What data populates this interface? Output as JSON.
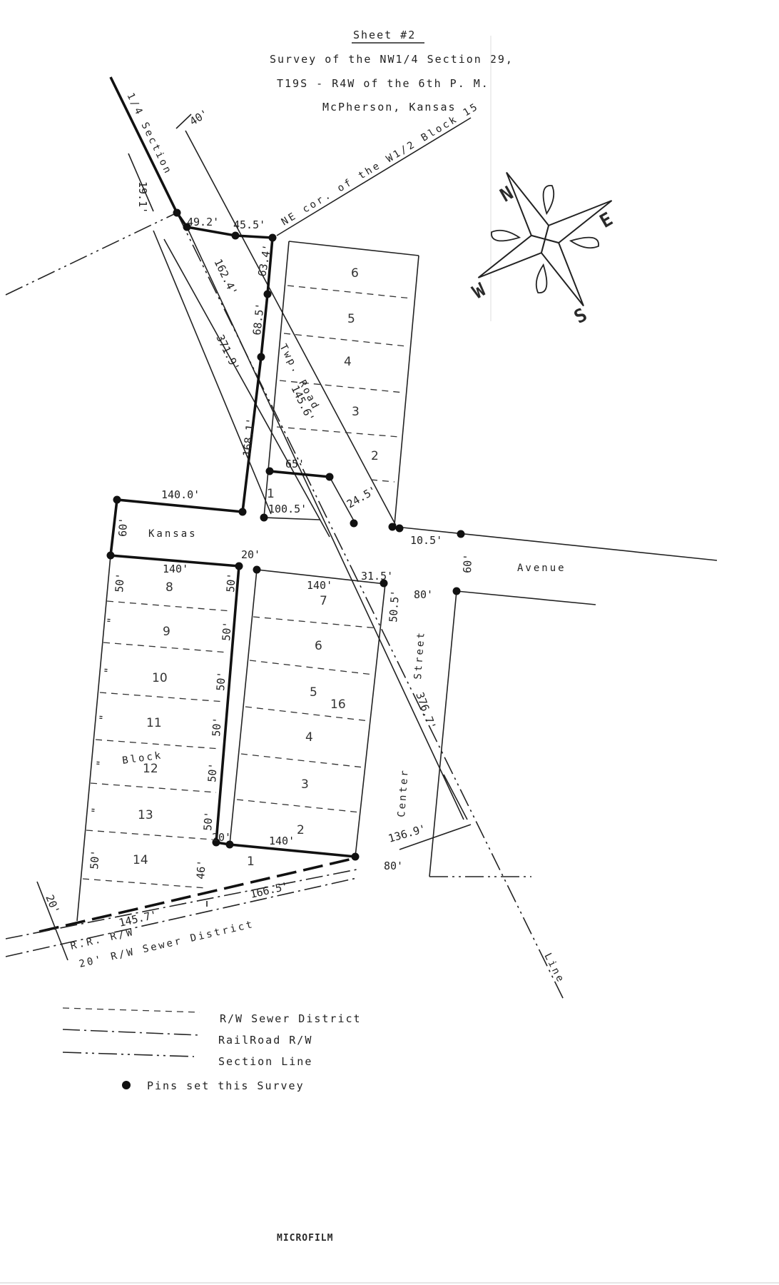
{
  "header": {
    "sheet": "Sheet #2",
    "line1": "Survey of the NW1/4 Section 29,",
    "line2": "T19S - R4W of the 6th P. M.",
    "line3": "McPherson, Kansas"
  },
  "compass": {
    "n": "N",
    "e": "E",
    "s": "S",
    "w": "W"
  },
  "labels": {
    "quarter_section": "1/4 Section",
    "ne_corner": "NE cor. of the W1/2 Block 15",
    "twp_road": "Twp. Road",
    "kansas": "Kansas",
    "avenue": "Avenue",
    "street": "Street",
    "center": "Center",
    "block": "Block",
    "line": "Line",
    "rr_rw": "R.R. R/W",
    "sewer_rw": "20' R/W Sewer District",
    "microfilm": "MICROFILM"
  },
  "dimensions": {
    "d40": "40'",
    "d19_1": "19.1'",
    "d49_2": "49.2'",
    "d45_5": "45.5'",
    "d63_4": "63.4'",
    "d162_4": "162.4'",
    "d68_5": "68.5'",
    "d371_9": "371.9'",
    "d145_6": "145.6'",
    "d168_1": "168.1'",
    "d65": "65'",
    "d140_0": "140.0'",
    "d100_5": "100.5'",
    "d24_5": "24.5'",
    "d10_5": "10.5'",
    "d60a": "60'",
    "d60b": "60'",
    "d20a": "20'",
    "d140a": "140'",
    "d140b": "140'",
    "d31_5": "31.5'",
    "d80a": "80'",
    "d50_5": "50.5'",
    "d50a": "50'",
    "d50b": "50'",
    "d50c": "50'",
    "d50d": "50'",
    "d50e": "50'",
    "d50f": "50'",
    "d50g": "50'",
    "d50h": "50'",
    "q1": "\"",
    "q2": "\"",
    "q3": "\"",
    "q4": "\"",
    "q5": "\"",
    "d376_7": "376.7'",
    "d20b": "20'",
    "d140c": "140'",
    "d136_9": "136.9'",
    "d80b": "80'",
    "d46": "46'",
    "d166_5": "166.5'",
    "d145_7": "145.7'",
    "d20c": "20'"
  },
  "lots_block15": [
    "6",
    "5",
    "4",
    "3",
    "2",
    "1"
  ],
  "lots_block_left": [
    "8",
    "9",
    "10",
    "11",
    "12",
    "13",
    "14"
  ],
  "lots_block16": [
    "7",
    "6",
    "5",
    "4",
    "3",
    "2",
    "1"
  ],
  "block16_label": "16",
  "legend": {
    "sewer": "R/W Sewer District",
    "railroad": "RailRoad R/W",
    "section": "Section Line",
    "pins": "Pins set this Survey"
  }
}
